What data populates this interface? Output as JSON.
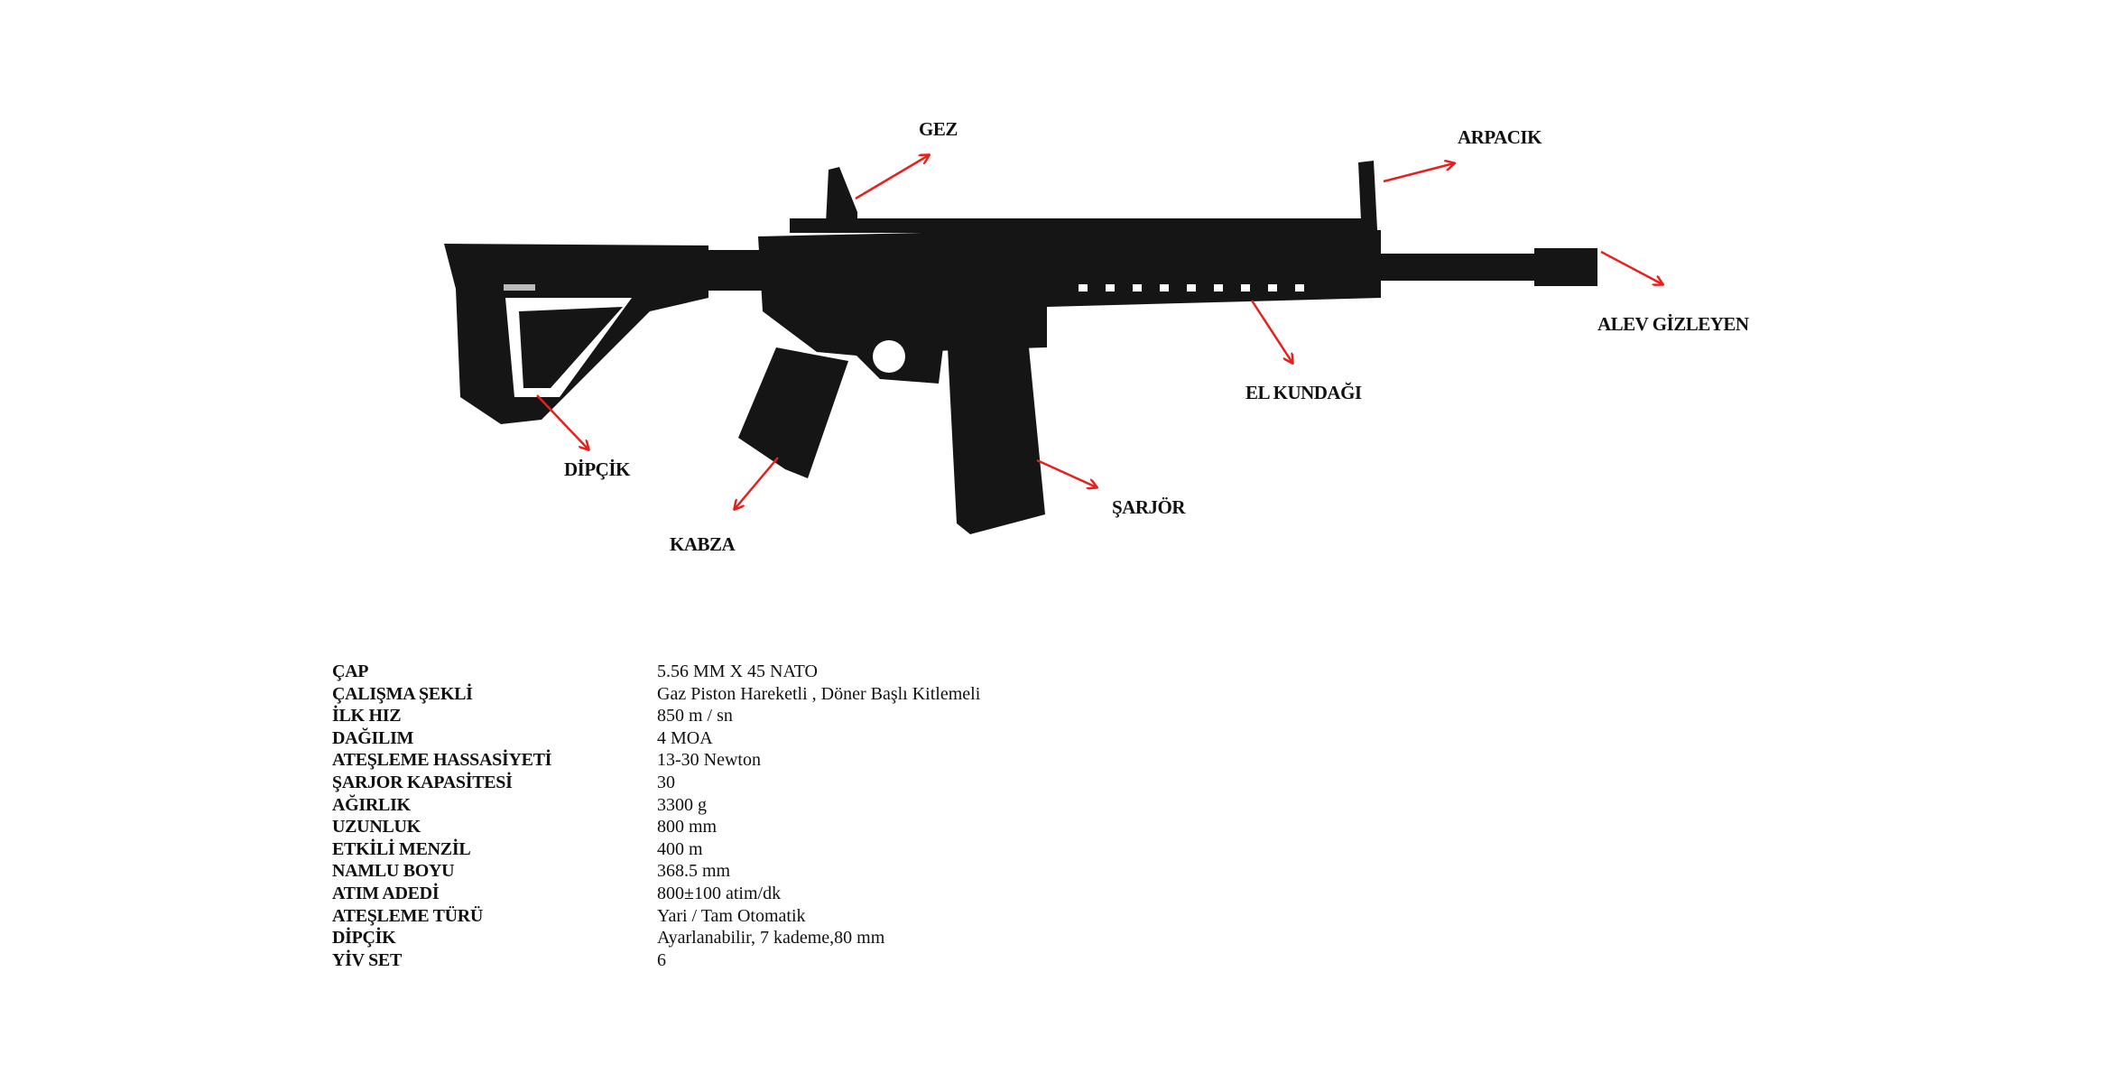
{
  "callouts": {
    "gez": "GEZ",
    "arpacik": "ARPACIK",
    "alev_gizleyen": "ALEV GİZLEYEN",
    "el_kundagi": "EL KUNDAĞI",
    "sarjor": "ŞARJÖR",
    "kabza": "KABZA",
    "dipcik": "DİPÇİK"
  },
  "arrow_color": "#e8201c",
  "specs": [
    {
      "label": "ÇAP",
      "value": "5.56 MM X 45 NATO"
    },
    {
      "label": "ÇALIŞMA ŞEKLİ",
      "value": "Gaz Piston Hareketli , Döner Başlı Kitlemeli"
    },
    {
      "label": "İLK HIZ",
      "value": "850 m / sn"
    },
    {
      "label": "DAĞILIM",
      "value": "4 MOA"
    },
    {
      "label": "ATEŞLEME HASSASİYETİ",
      "value": "13-30 Newton"
    },
    {
      "label": "ŞARJOR KAPASİTESİ",
      "value": "30"
    },
    {
      "label": "AĞIRLIK",
      "value": "3300 g"
    },
    {
      "label": "UZUNLUK",
      "value": "800 mm"
    },
    {
      "label": "ETKİLİ MENZİL",
      "value": "400 m"
    },
    {
      "label": "NAMLU BOYU",
      "value": "368.5 mm"
    },
    {
      "label": "ATIM ADEDİ",
      "value": "800±100 atim/dk"
    },
    {
      "label": "ATEŞLEME TÜRÜ",
      "value": "Yari / Tam Otomatik"
    },
    {
      "label": "DİPÇİK",
      "value": "Ayarlanabilir, 7 kademe,80 mm"
    },
    {
      "label": "YİV SET",
      "value": "6"
    }
  ]
}
